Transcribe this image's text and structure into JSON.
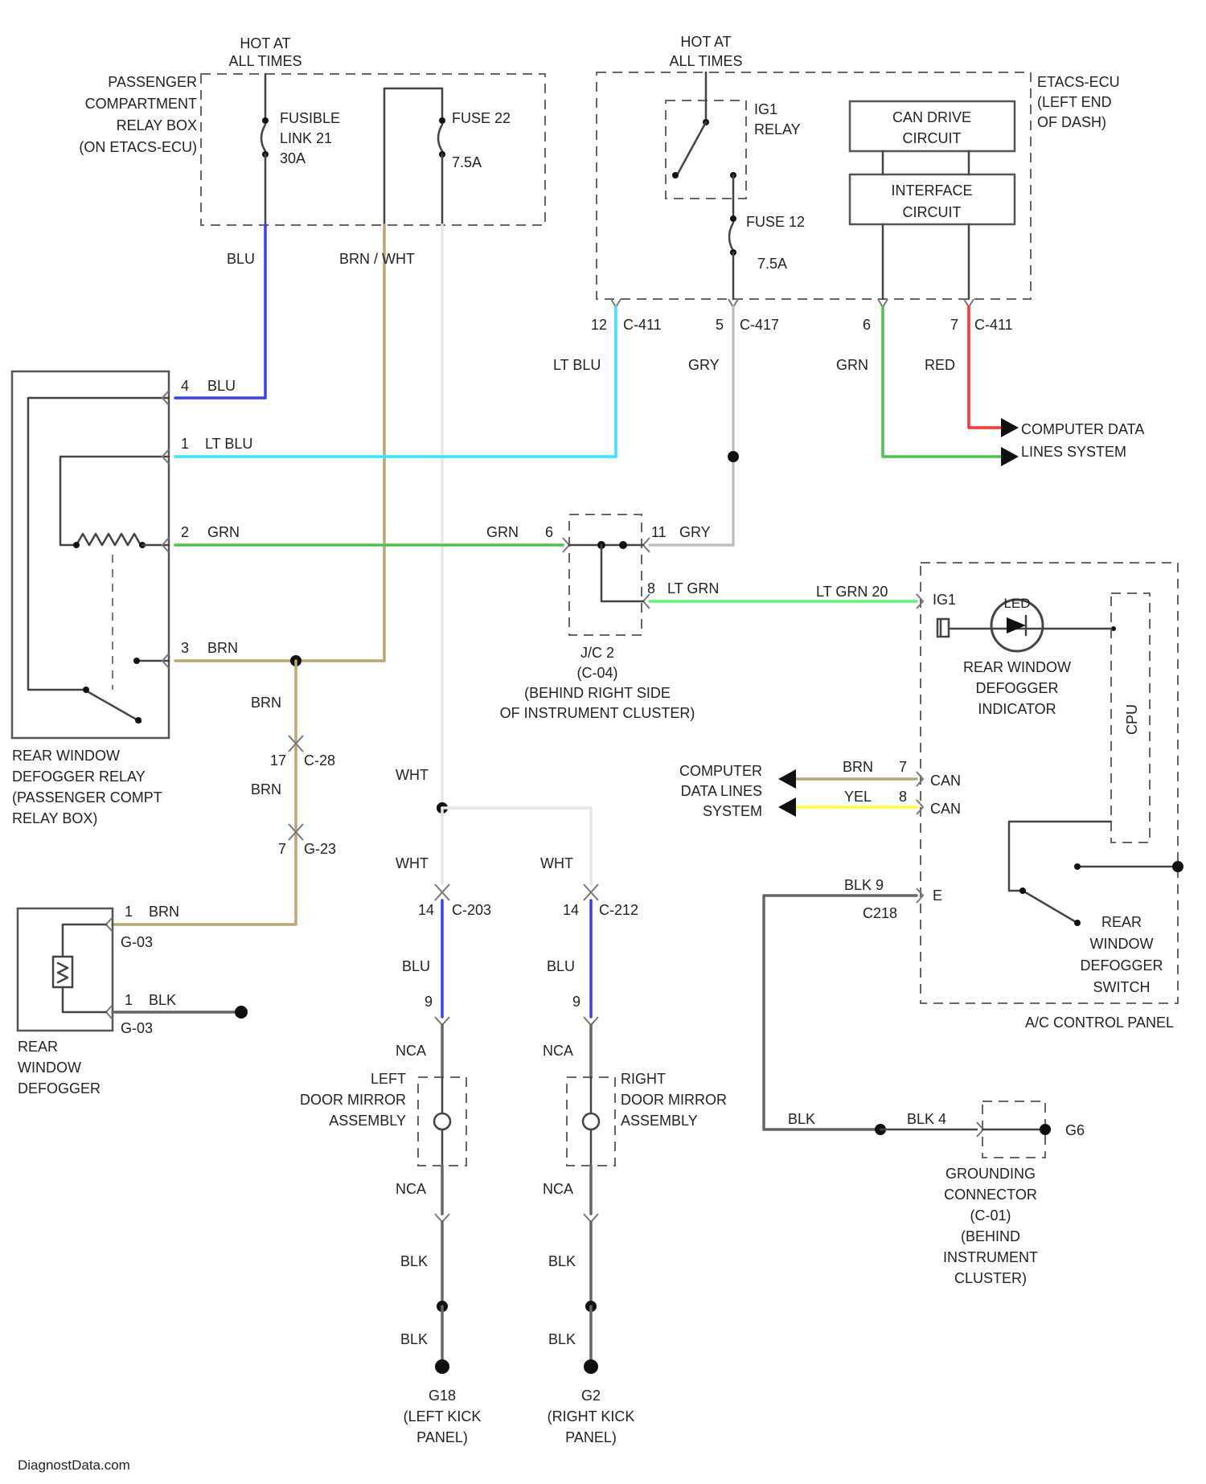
{
  "colors": {
    "blu": "#3b3bff",
    "lt_blu": "#33e6ff",
    "grn": "#4fc24f",
    "lt_grn": "#66ee77",
    "red": "#ff3333",
    "yel": "#ffff33",
    "brn": "#b8a873",
    "gry": "#bfbfbf",
    "wht": "#e6e6e6",
    "blk": "#666666",
    "dark": "#333333"
  },
  "top_left": {
    "hot_at_all_times": [
      "HOT AT",
      "ALL TIMES"
    ],
    "relay_box": [
      "PASSENGER",
      "COMPARTMENT",
      "RELAY BOX",
      "(ON ETACS-ECU)"
    ],
    "fusible_link": [
      "FUSIBLE",
      "LINK 21",
      "30A"
    ],
    "fuse22": [
      "FUSE 22",
      "7.5A"
    ],
    "wire_blu": "BLU",
    "wire_brn_wht": "BRN / WHT"
  },
  "top_right": {
    "hot_at_all_times": [
      "HOT AT",
      "ALL TIMES"
    ],
    "ig1_relay": [
      "IG1",
      "RELAY"
    ],
    "fuse12": [
      "FUSE 12",
      "7.5A"
    ],
    "can_drive": [
      "CAN DRIVE",
      "CIRCUIT"
    ],
    "interface": [
      "INTERFACE",
      "CIRCUIT"
    ],
    "etacs": [
      "ETACS-ECU",
      "(LEFT END",
      "OF DASH)"
    ],
    "pins": [
      {
        "pin": "12",
        "conn": "C-411"
      },
      {
        "pin": "5",
        "conn": "C-417"
      },
      {
        "pin": "6",
        "conn": ""
      },
      {
        "pin": "7",
        "conn": "C-411"
      }
    ],
    "wire_lt_blu": "LT BLU",
    "wire_gry": "GRY",
    "wire_grn": "GRN",
    "wire_red": "RED",
    "computer_data": [
      "COMPUTER DATA",
      "LINES SYSTEM"
    ]
  },
  "defogger_relay": {
    "pins": [
      {
        "pin": "4",
        "color": "BLU"
      },
      {
        "pin": "1",
        "color": "LT BLU"
      },
      {
        "pin": "2",
        "color": "GRN"
      },
      {
        "pin": "3",
        "color": "BRN"
      }
    ],
    "label": [
      "REAR WINDOW",
      "DEFOGGER RELAY",
      "(PASSENGER COMPT",
      "RELAY BOX)"
    ]
  },
  "jc2": {
    "wire_grn": "GRN",
    "pin_grn": "6",
    "pin_gry": "11",
    "wire_gry": "GRY",
    "pin_lt_grn": "8",
    "wire_lt_grn": "LT GRN",
    "label": [
      "J/C 2",
      "(C-04)",
      "(BEHIND RIGHT SIDE",
      "OF INSTRUMENT CLUSTER)"
    ]
  },
  "ac_panel": {
    "lt_grn_pin": "LT GRN 20",
    "ig1": "IG1",
    "indicator": [
      "REAR WINDOW",
      "DEFOGGER",
      "INDICATOR"
    ],
    "led": "LED",
    "cpu": "CPU",
    "can_rows": [
      {
        "wire": "BRN",
        "pin": "7",
        "can": "CAN"
      },
      {
        "wire": "YEL",
        "pin": "8",
        "can": "CAN"
      }
    ],
    "computer_data": [
      "COMPUTER",
      "DATA LINES",
      "SYSTEM"
    ],
    "blk_pin": "BLK 9",
    "e": "E",
    "c218": "C218",
    "switch_label": [
      "REAR",
      "WINDOW",
      "DEFOGGER",
      "SWITCH"
    ],
    "panel_label": "A/C CONTROL PANEL"
  },
  "brn_chain": {
    "brn1": "BRN",
    "c28": {
      "pin": "17",
      "conn": "C-28"
    },
    "brn2": "BRN",
    "g23": {
      "pin": "7",
      "conn": "G-23"
    },
    "pin1": {
      "pin": "1",
      "color": "BRN"
    },
    "g03a": "G-03",
    "blk": {
      "pin": "1",
      "color": "BLK"
    },
    "g03b": "G-03"
  },
  "defogger": [
    "REAR",
    "WINDOW",
    "DEFOGGER"
  ],
  "mirrors": {
    "wht_top": "WHT",
    "wht_left": "WHT",
    "wht_right": "WHT",
    "left_conn": {
      "pin": "14",
      "conn": "C-203"
    },
    "right_conn": {
      "pin": "14",
      "conn": "C-212"
    },
    "left_blu": "BLU",
    "right_blu": "BLU",
    "left_pin": "9",
    "right_pin": "9",
    "nca": "NCA",
    "left_label": [
      "LEFT",
      "DOOR MIRROR",
      "ASSEMBLY"
    ],
    "right_label": [
      "RIGHT",
      "DOOR MIRROR",
      "ASSEMBLY"
    ],
    "blk": "BLK",
    "left_ground": [
      "G18",
      "(LEFT KICK",
      "PANEL)"
    ],
    "right_ground": [
      "G2",
      "(RIGHT KICK",
      "PANEL)"
    ]
  },
  "ground_conn": {
    "blk_left": "BLK",
    "blk_pin": "BLK 4",
    "gs": "G6",
    "label": [
      "GROUNDING",
      "CONNECTOR",
      "(C-01)",
      "(BEHIND",
      "INSTRUMENT",
      "CLUSTER)"
    ]
  },
  "footer": "DiagnostData.com"
}
